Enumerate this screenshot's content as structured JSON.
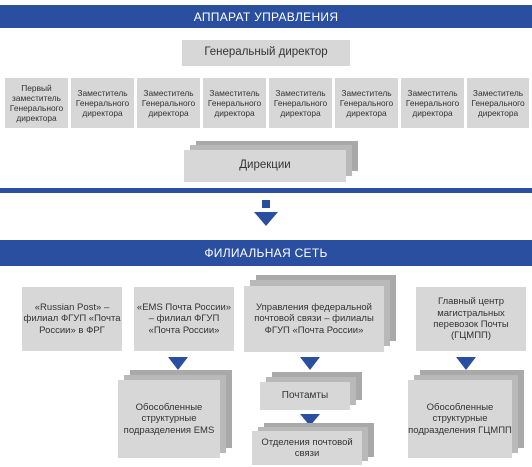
{
  "top_banner": {
    "title": "АППАРАТ УПРАВЛЕНИЯ"
  },
  "general_director": {
    "label": "Генеральный директор"
  },
  "first_deputy": {
    "label": "Первый заместитель Генерального директора"
  },
  "deputies": [
    {
      "label": "Заместитель Генерального директора"
    },
    {
      "label": "Заместитель Генерального директора"
    },
    {
      "label": "Заместитель Генерального директора"
    },
    {
      "label": "Заместитель Генерального директора"
    },
    {
      "label": "Заместитель Генерального директора"
    },
    {
      "label": "Заместитель Генерального директора"
    },
    {
      "label": "Заместитель Генерального директора"
    }
  ],
  "directorates": {
    "label": "Дирекции"
  },
  "branch_banner": {
    "title": "ФИЛИАЛЬНАЯ СЕТЬ"
  },
  "branches": {
    "russian_post": {
      "label": "«Russian Post» – филиал ФГУП «Почта России» в ФРГ"
    },
    "ems": {
      "label": "«EMS Почта России» – филиал ФГУП «Почта России»"
    },
    "ufps": {
      "label": "Управления федеральной почтовой связи – филиалы ФГУП «Почта России»"
    },
    "gcmpp": {
      "label": "Главный центр магистральных перевозок Почты (ГЦМПП)"
    }
  },
  "subdivisions": {
    "ems_units": {
      "label": "Обособленные структурные подразделения EMS"
    },
    "post_offices": {
      "label": "Почтамты"
    },
    "post_branches": {
      "label": "Отделения почтовой связи"
    },
    "gcmpp_units": {
      "label": "Обособленные структурные подразделения ГЦМПП"
    }
  },
  "colors": {
    "accent": "#2a4ea0",
    "box": "#d7d7d7"
  }
}
